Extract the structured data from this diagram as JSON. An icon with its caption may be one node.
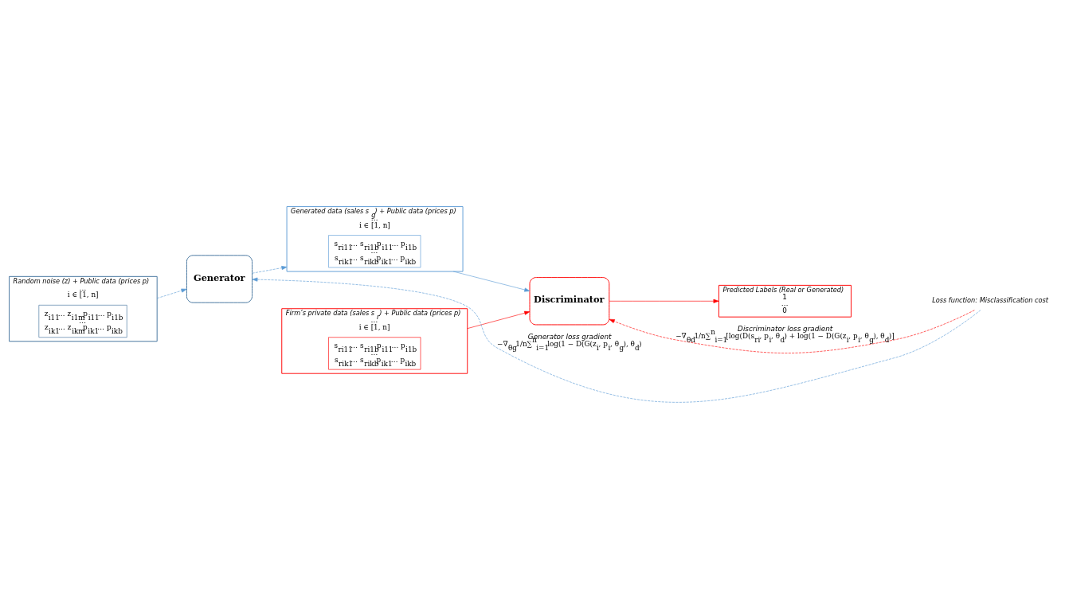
{
  "diagram": {
    "nodes": [
      {
        "text": [
          "Random noise (z) + Public data (prices p)",
          "…",
          "i ∈ [1, n]"
        ]
      },
      {
        "text": [
          "z$_{i11}$… z$_{i1m}$p$_{i11}$… p$_{i1b}$",
          "…",
          "z$_{ik1}$… z$_{ikm}$p$_{ik1}$… p$_{ikb}$"
        ],
        "in": 0
      },
      {
        "text": [
          "Generator"
        ]
      },
      {
        "text": [
          "Firm’s private data (sales s$_{r}$) + Public data (prices p)",
          "…",
          "i ∈ [1, n]"
        ]
      },
      {
        "text": [
          "s$_{ri11}$… s$_{ri1b}$p$_{i11}$… p$_{i1b}$",
          "…",
          "s$_{rik1}$… s$_{rikb}$p$_{ik1}$… p$_{ikb}$"
        ],
        "in": 3
      },
      {
        "text": [
          "Generated data (sales s$_{g}$) + Public data (prices p)",
          "…",
          "i ∈ [1, n]"
        ]
      },
      {
        "text": [
          "s$_{ri11}$… s$_{ri1b}$p$_{i11}$… p$_{i1b}$",
          "…",
          "s$_{rik1}$… s$_{rikb}$p$_{ik1}$… p$_{ikb}$"
        ],
        "in": 5
      },
      {
        "text": [
          "Discriminator"
        ]
      },
      {
        "text": [
          "Predicted Labels (Real or Generated)",
          "1",
          "…",
          "0"
        ]
      },
      {
        "text": [
          "Loss function: Misclassification cost"
        ]
      }
    ],
    "edges": [
      {
        "from": 0,
        "to": 2,
        "arrow": "to",
        "style": "dashed"
      },
      {
        "from": 2,
        "to": 5,
        "arrow": "to",
        "style": "dashed"
      },
      {
        "from": 3,
        "to": 7,
        "arrow": "to",
        "color": "#ff0000"
      },
      {
        "from": 5,
        "to": 7,
        "arrow": "to"
      },
      {
        "from": 7,
        "to": 8,
        "arrow": "to",
        "color": "#ff0000"
      },
      {
        "from": 9,
        "to": 7,
        "arrow": "to",
        "style": "dashed",
        "color": "#ff0000",
        "label": [
          "Discriminator loss gradient",
          "−∇$_{θd}$1/n∑$^{n}$$_{i=1}$[log(D(s$_{ri}$, p$_{i}$, θ$_{d}$) + log(1 − D(G(z$_{i}$, p$_{i}$, θ$_{g}$), θ$_{d}$)]"
        ]
      },
      {
        "from": 9,
        "to": 2,
        "arrow": "to",
        "style": "dashed",
        "label": [
          "Generator loss gradient",
          "−∇$_{θg}$1/n∑$^{n}$$_{i=1}$log(1 − D(G(z$_{i}$, p$_{i}$, θ$_{g}$), θ$_{d}$)"
        ]
      }
    ]
  }
}
